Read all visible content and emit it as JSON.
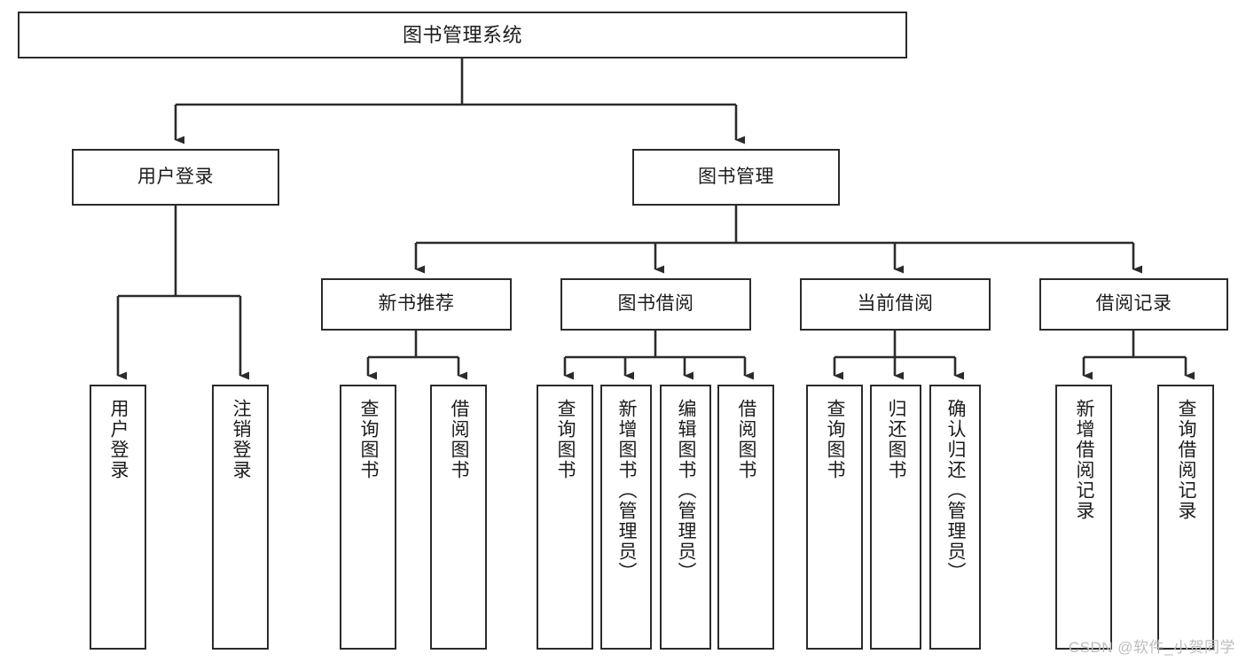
{
  "diagram": {
    "title": "图书管理系统",
    "type": "tree-diagram",
    "colors": {
      "box_border": "#2b2b2b",
      "box_fill": "#ffffff",
      "edge": "#2b2b2b",
      "text": "#1c1c1c",
      "watermark": "#bdbdbd",
      "background": "#ffffff"
    }
  },
  "watermark": {
    "text": "CSDN @软件_小贺同学"
  },
  "nodes": {
    "root": {
      "label": "图书管理系统"
    },
    "level2": [
      {
        "label": "用户登录"
      },
      {
        "label": "图书管理"
      }
    ],
    "level3": [
      {
        "label": "新书推荐"
      },
      {
        "label": "图书借阅"
      },
      {
        "label": "当前借阅"
      },
      {
        "label": "借阅记录"
      }
    ],
    "leaves": [
      {
        "label": "用户登录"
      },
      {
        "label": "注销登录"
      },
      {
        "label": "查询图书"
      },
      {
        "label": "借阅图书"
      },
      {
        "label": "查询图书"
      },
      {
        "label": "新增图书（管理员）"
      },
      {
        "label": "编辑图书（管理员）"
      },
      {
        "label": "借阅图书"
      },
      {
        "label": "查询图书"
      },
      {
        "label": "归还图书"
      },
      {
        "label": "确认归还（管理员）"
      },
      {
        "label": "新增借阅记录"
      },
      {
        "label": "查询借阅记录"
      }
    ]
  },
  "tree_structure": {
    "图书管理系统": {
      "用户登录": [
        "用户登录",
        "注销登录"
      ],
      "图书管理": {
        "新书推荐": [
          "查询图书",
          "借阅图书"
        ],
        "图书借阅": [
          "查询图书",
          "新增图书（管理员）",
          "编辑图书（管理员）",
          "借阅图书"
        ],
        "当前借阅": [
          "查询图书",
          "归还图书",
          "确认归还（管理员）"
        ],
        "借阅记录": [
          "新增借阅记录",
          "查询借阅记录"
        ]
      }
    }
  }
}
